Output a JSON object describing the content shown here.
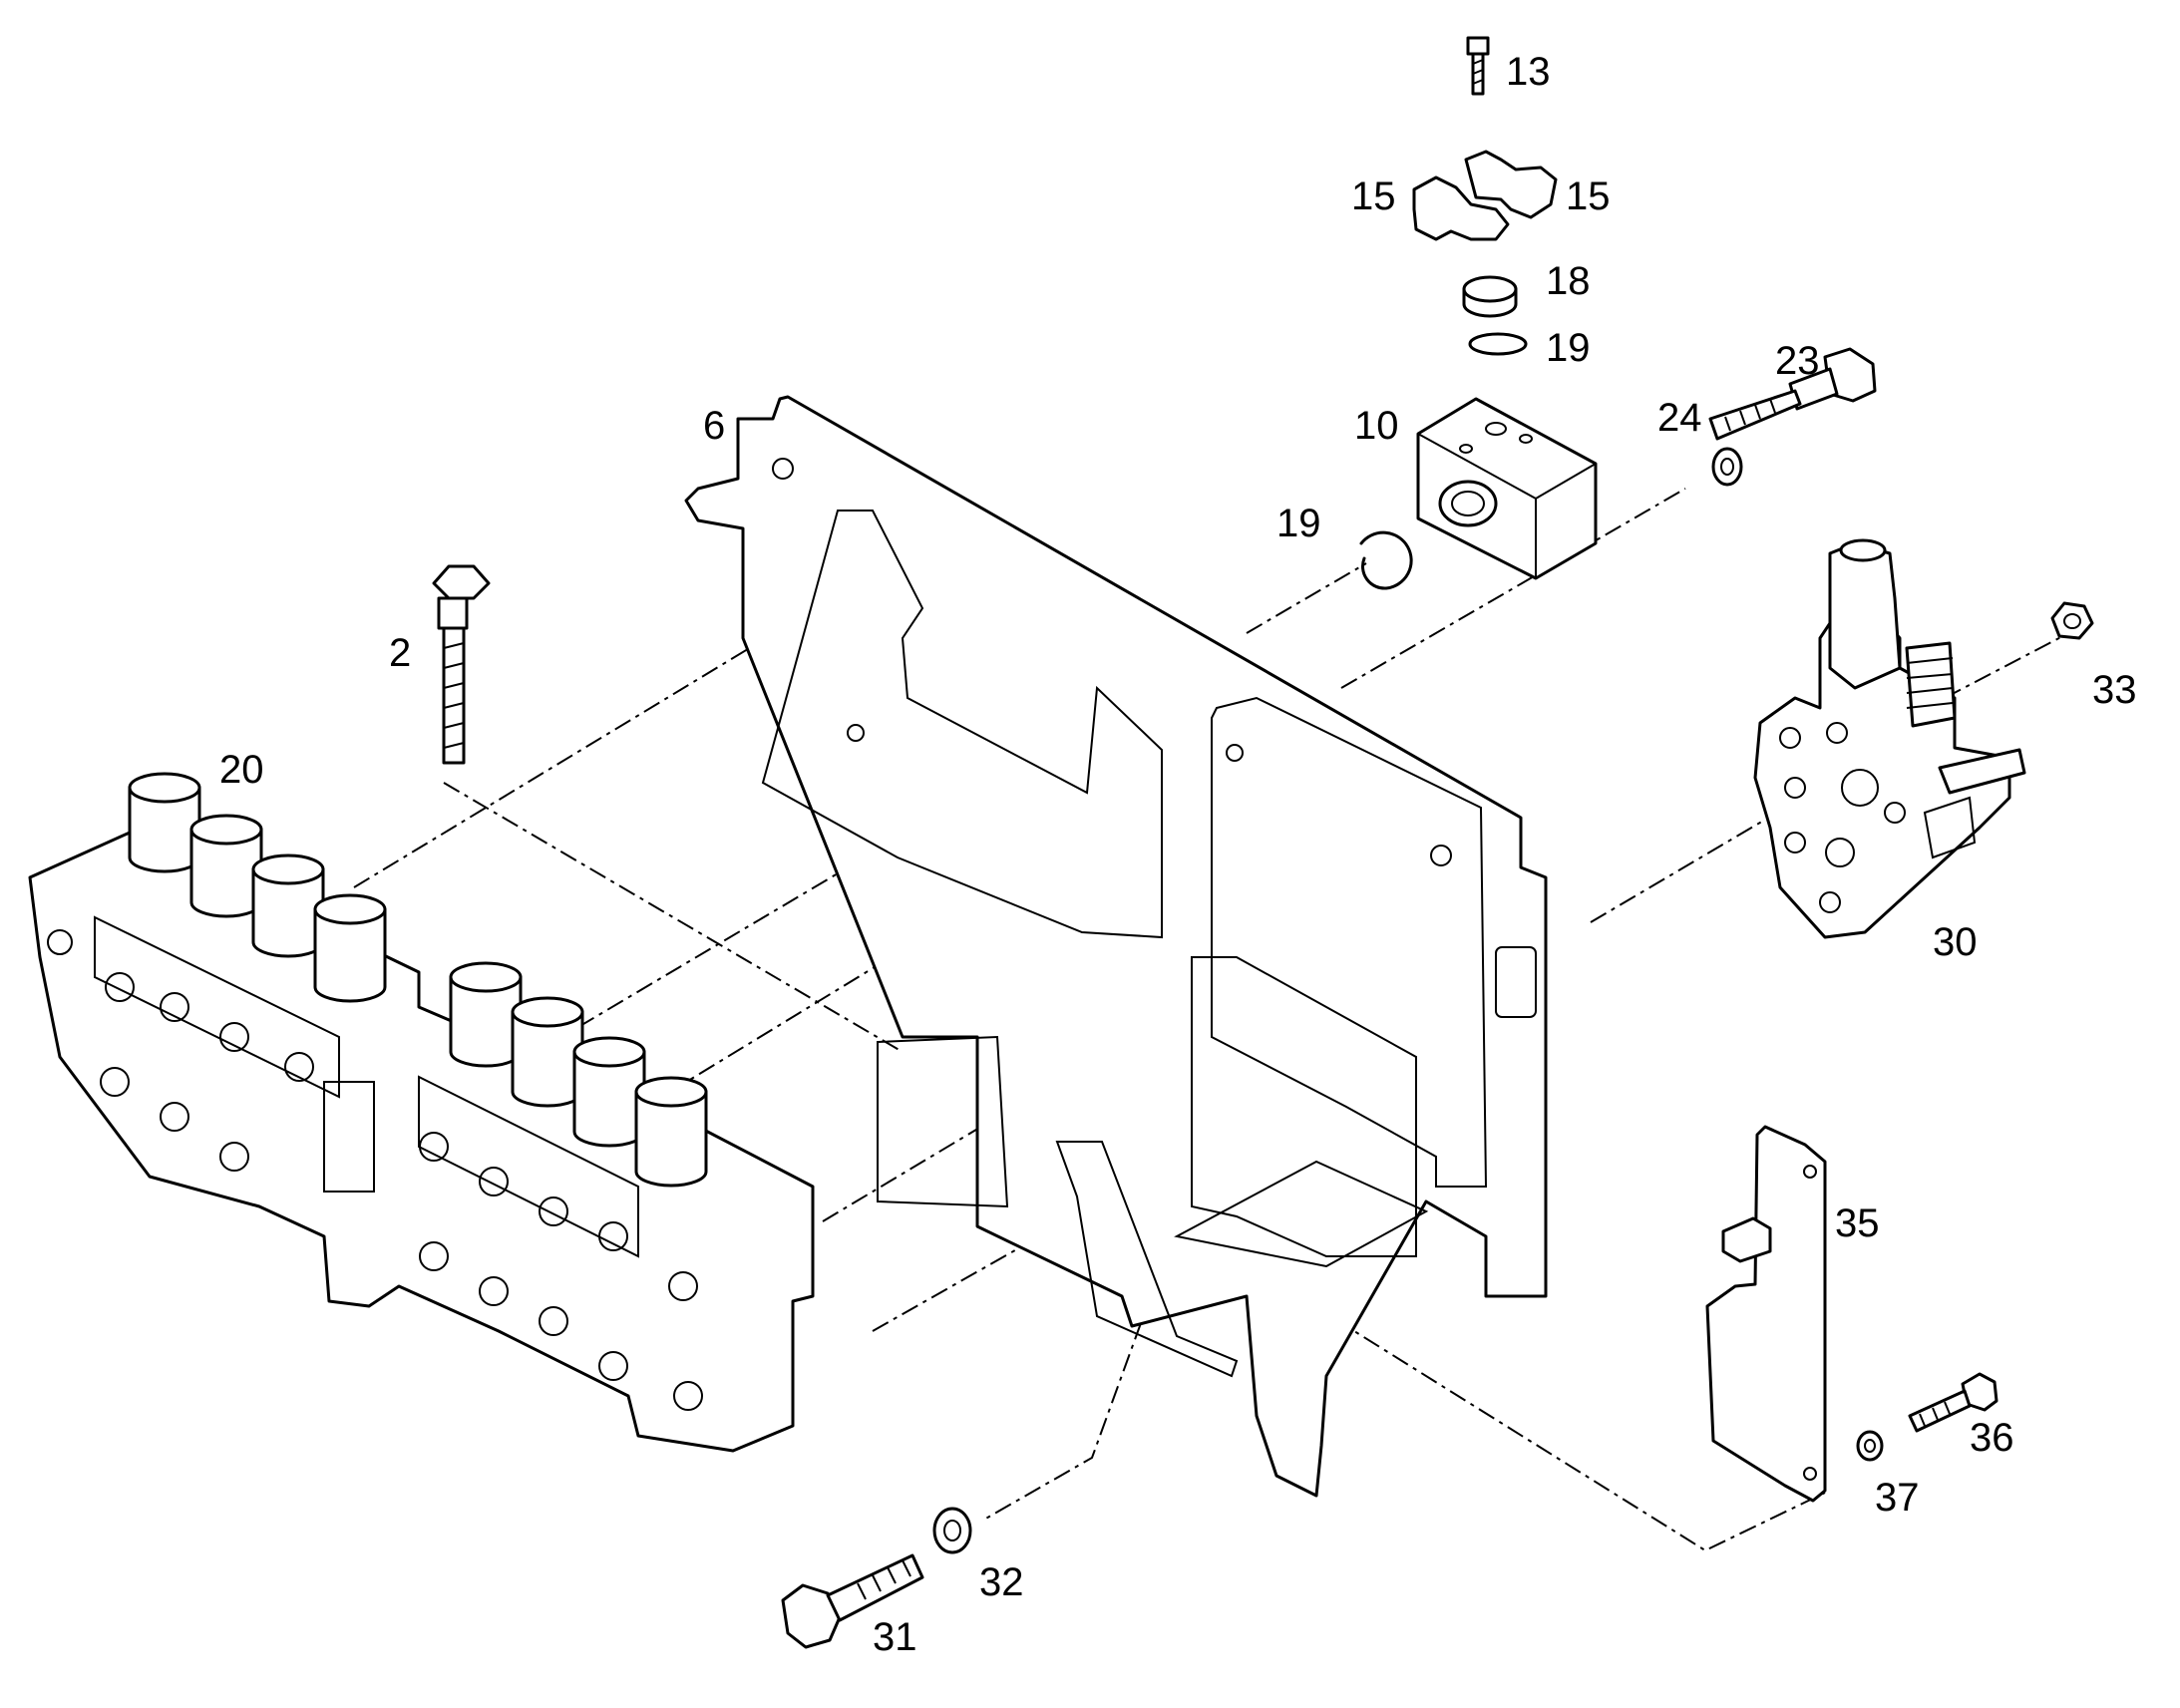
{
  "callouts": [
    {
      "id": "c13",
      "text": "13"
    },
    {
      "id": "c15a",
      "text": "15"
    },
    {
      "id": "c15b",
      "text": "15"
    },
    {
      "id": "c18",
      "text": "18"
    },
    {
      "id": "c19a",
      "text": "19"
    },
    {
      "id": "c10",
      "text": "10"
    },
    {
      "id": "c23",
      "text": "23"
    },
    {
      "id": "c24",
      "text": "24"
    },
    {
      "id": "c6",
      "text": "6"
    },
    {
      "id": "c19b",
      "text": "19"
    },
    {
      "id": "c2",
      "text": "2"
    },
    {
      "id": "c20",
      "text": "20"
    },
    {
      "id": "c33",
      "text": "33"
    },
    {
      "id": "c30",
      "text": "30"
    },
    {
      "id": "c35",
      "text": "35"
    },
    {
      "id": "c36",
      "text": "36"
    },
    {
      "id": "c37",
      "text": "37"
    },
    {
      "id": "c32",
      "text": "32"
    },
    {
      "id": "c31",
      "text": "31"
    }
  ]
}
